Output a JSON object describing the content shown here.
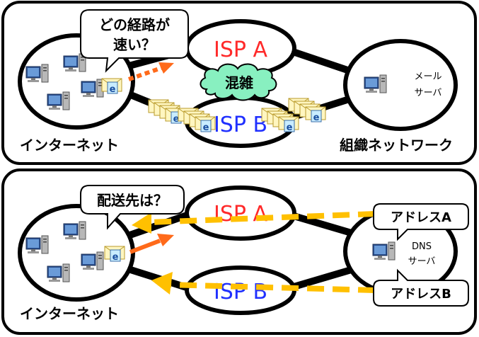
{
  "panels": [
    {
      "bubble_question": [
        "どの経路が",
        "速い？"
      ],
      "isp_a_label": "ISP A",
      "isp_b_label": "ISP B",
      "cloud_label": "混雑",
      "left_network_label": "インターネット",
      "right_network_label": "組織ネットワーク",
      "server_label": [
        "メール",
        "サーバ"
      ]
    },
    {
      "bubble_question": "配送先は？",
      "isp_a_label": "ISP A",
      "isp_b_label": "ISP B",
      "left_network_label": "インターネット",
      "server_label": [
        "DNS",
        "サーバ"
      ],
      "address_a_label": "アドレスA",
      "address_b_label": "アドレスB"
    }
  ],
  "colors": {
    "isp_a": "#ff2a2a",
    "isp_b": "#2030ff",
    "arrow_orange": "#ff6a1a",
    "dashed_yellow": "#ffc000",
    "cloud_fill": "#88f0c0",
    "envelope_fill": "#fff6c0",
    "envelope_tag": "#c8ecff"
  },
  "icons": {
    "computer": "computer-icon",
    "server": "server-icon",
    "email": "email-icon"
  }
}
